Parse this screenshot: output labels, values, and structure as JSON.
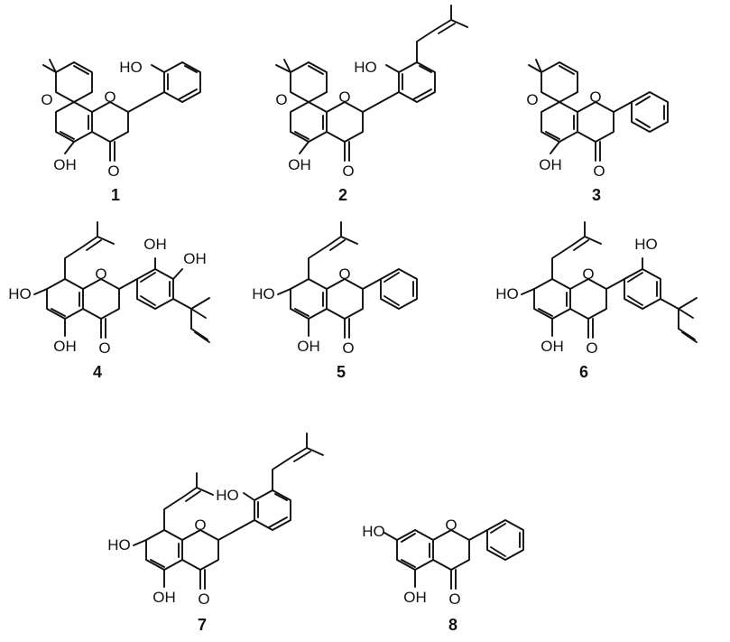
{
  "figure": {
    "compounds": [
      {
        "number": "1",
        "labels": [
          "HO",
          "O",
          "O",
          "OH",
          "O"
        ]
      },
      {
        "number": "2",
        "labels": [
          "HO",
          "O",
          "O",
          "OH",
          "O"
        ]
      },
      {
        "number": "3",
        "labels": [
          "O",
          "O",
          "OH",
          "O"
        ]
      },
      {
        "number": "4",
        "labels": [
          "OH",
          "OH",
          "HO",
          "O",
          "OH",
          "O"
        ]
      },
      {
        "number": "5",
        "labels": [
          "HO",
          "O",
          "OH",
          "O"
        ]
      },
      {
        "number": "6",
        "labels": [
          "HO",
          "HO",
          "O",
          "OH",
          "O"
        ]
      },
      {
        "number": "7",
        "labels": [
          "HO",
          "HO",
          "O",
          "OH",
          "O"
        ]
      },
      {
        "number": "8",
        "labels": [
          "HO",
          "O",
          "OH",
          "O"
        ]
      }
    ]
  }
}
